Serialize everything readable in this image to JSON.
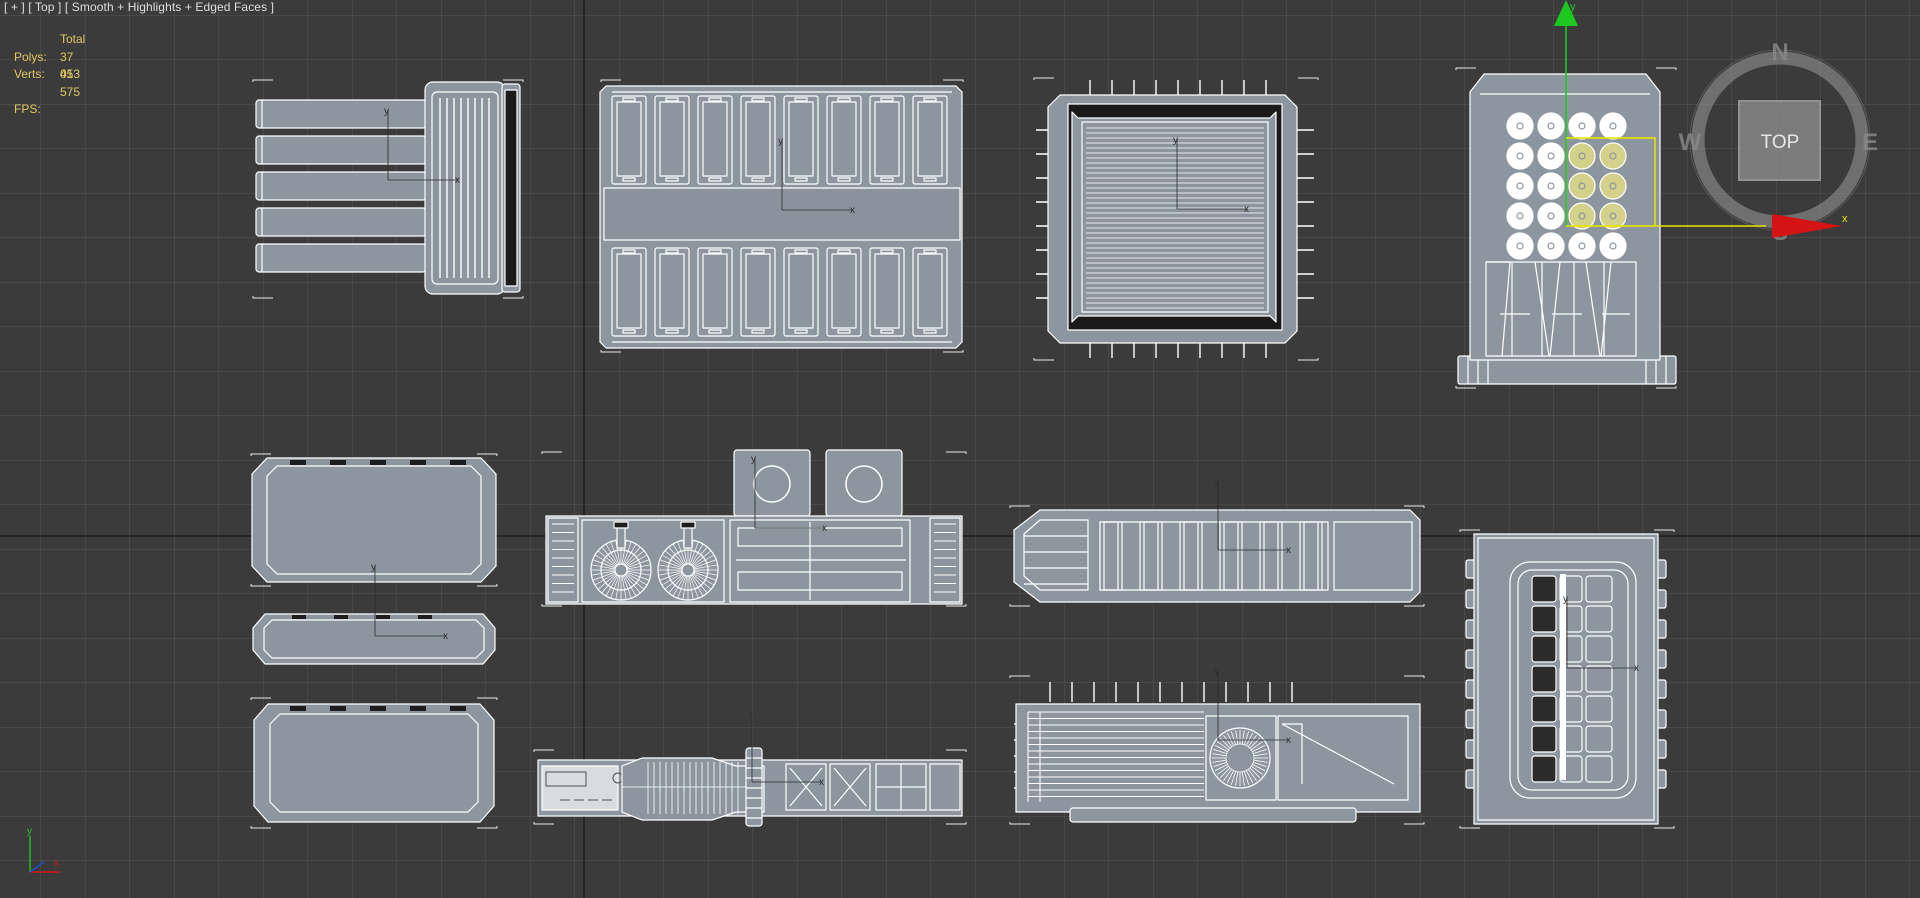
{
  "viewport": {
    "label_plus": "[ + ]",
    "label_view": "[ Top ]",
    "label_shading": "[ Smooth + Highlights + Edged Faces ]"
  },
  "stats": {
    "total_label": "Total",
    "polys_label": "Polys:",
    "polys_value": "37 053",
    "verts_label": "Verts:",
    "verts_value": "41 575",
    "fps_label": "FPS:",
    "fps_value": ""
  },
  "viewcube": {
    "face_label": "TOP",
    "compass_n": "N",
    "compass_s": "S",
    "compass_e": "E",
    "compass_w": "W"
  },
  "gizmo": {
    "x_label": "x",
    "y_label": "y"
  },
  "axis_tripod": {
    "x_label": "x",
    "y_label": "y"
  },
  "pivot_labels": {
    "x": "x",
    "y": "y"
  },
  "colors": {
    "background": "#3b3b3b",
    "grid": "#555555",
    "grid_major": "#1e1e1e",
    "mesh_fill": "#8d969f",
    "edge": "#ffffff",
    "selection_yellow": "#d4d28a",
    "gizmo_yellow": "#e6e600",
    "gizmo_green": "#1ec81e",
    "gizmo_red": "#d41414",
    "stats_text": "#e0c860"
  },
  "objects": [
    {
      "id": "obj-comb-panel"
    },
    {
      "id": "obj-slot-panel"
    },
    {
      "id": "obj-vent-plate"
    },
    {
      "id": "obj-rocket-pod"
    },
    {
      "id": "obj-plate-a"
    },
    {
      "id": "obj-plate-b"
    },
    {
      "id": "obj-plate-c"
    },
    {
      "id": "obj-twin-fan-unit"
    },
    {
      "id": "obj-striped-bar"
    },
    {
      "id": "obj-rail-unit"
    },
    {
      "id": "obj-fan-rail-panel"
    },
    {
      "id": "obj-cell-block"
    }
  ]
}
